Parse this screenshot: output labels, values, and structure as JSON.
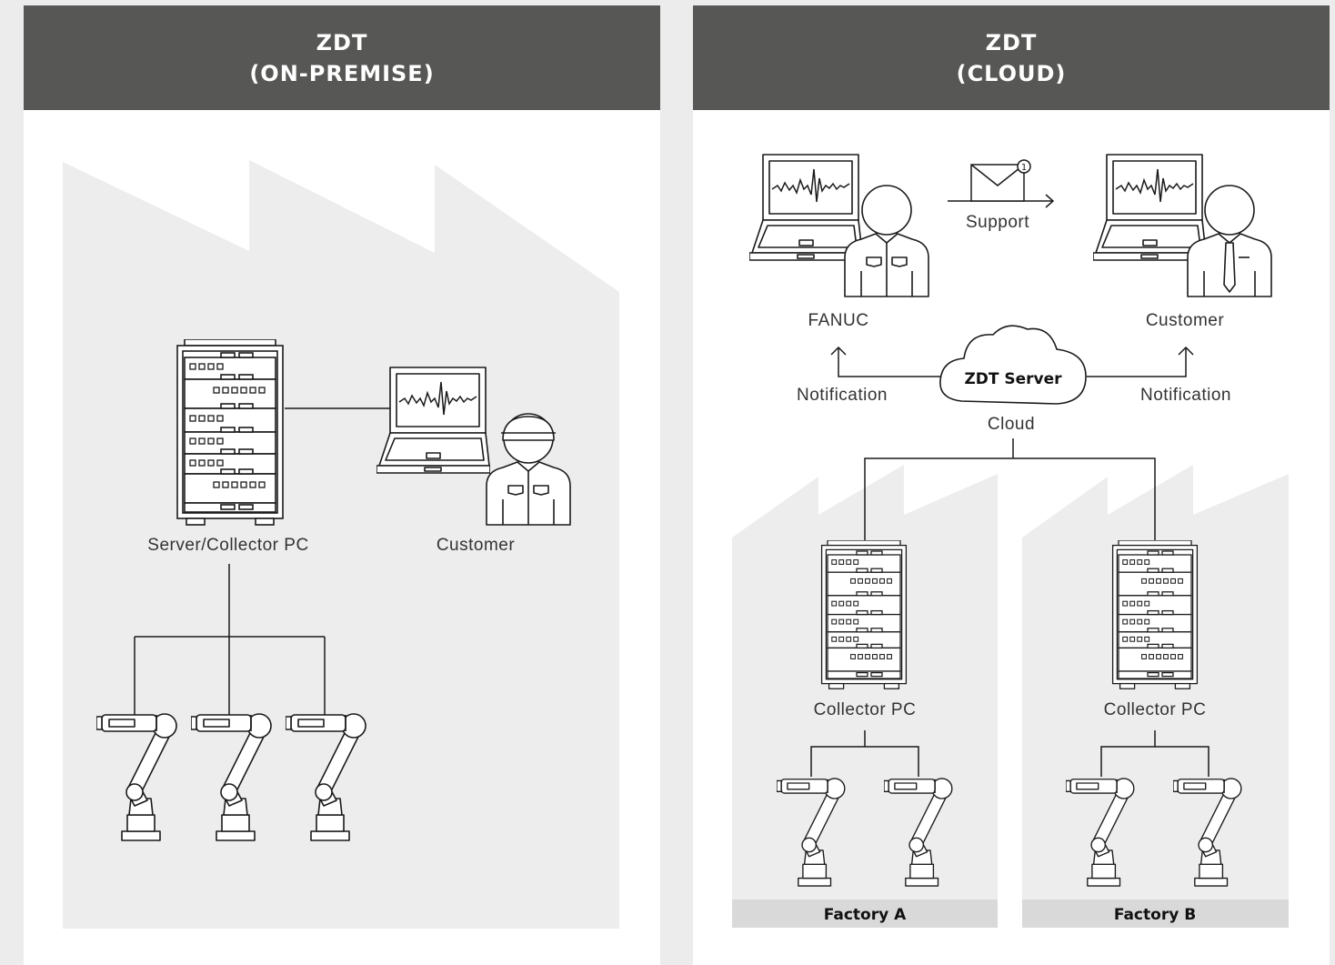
{
  "left_panel": {
    "title_line1": "ZDT",
    "title_line2": "(ON-PREMISE)",
    "server_label": "Server/Collector PC",
    "customer_label": "Customer"
  },
  "right_panel": {
    "title_line1": "ZDT",
    "title_line2": "(CLOUD)",
    "fanuc_label": "FANUC",
    "customer_label": "Customer",
    "support_label": "Support",
    "support_badge": "1",
    "notification_left": "Notification",
    "notification_right": "Notification",
    "cloud_server_label": "ZDT Server",
    "cloud_label": "Cloud",
    "collector_a_label": "Collector PC",
    "collector_b_label": "Collector PC",
    "factory_a_label": "Factory A",
    "factory_b_label": "Factory B"
  },
  "colors": {
    "header_bg": "#575755",
    "factory_fill": "#ededed",
    "factory_label_bg": "#d9d9d9",
    "line": "#1a1a1a"
  }
}
